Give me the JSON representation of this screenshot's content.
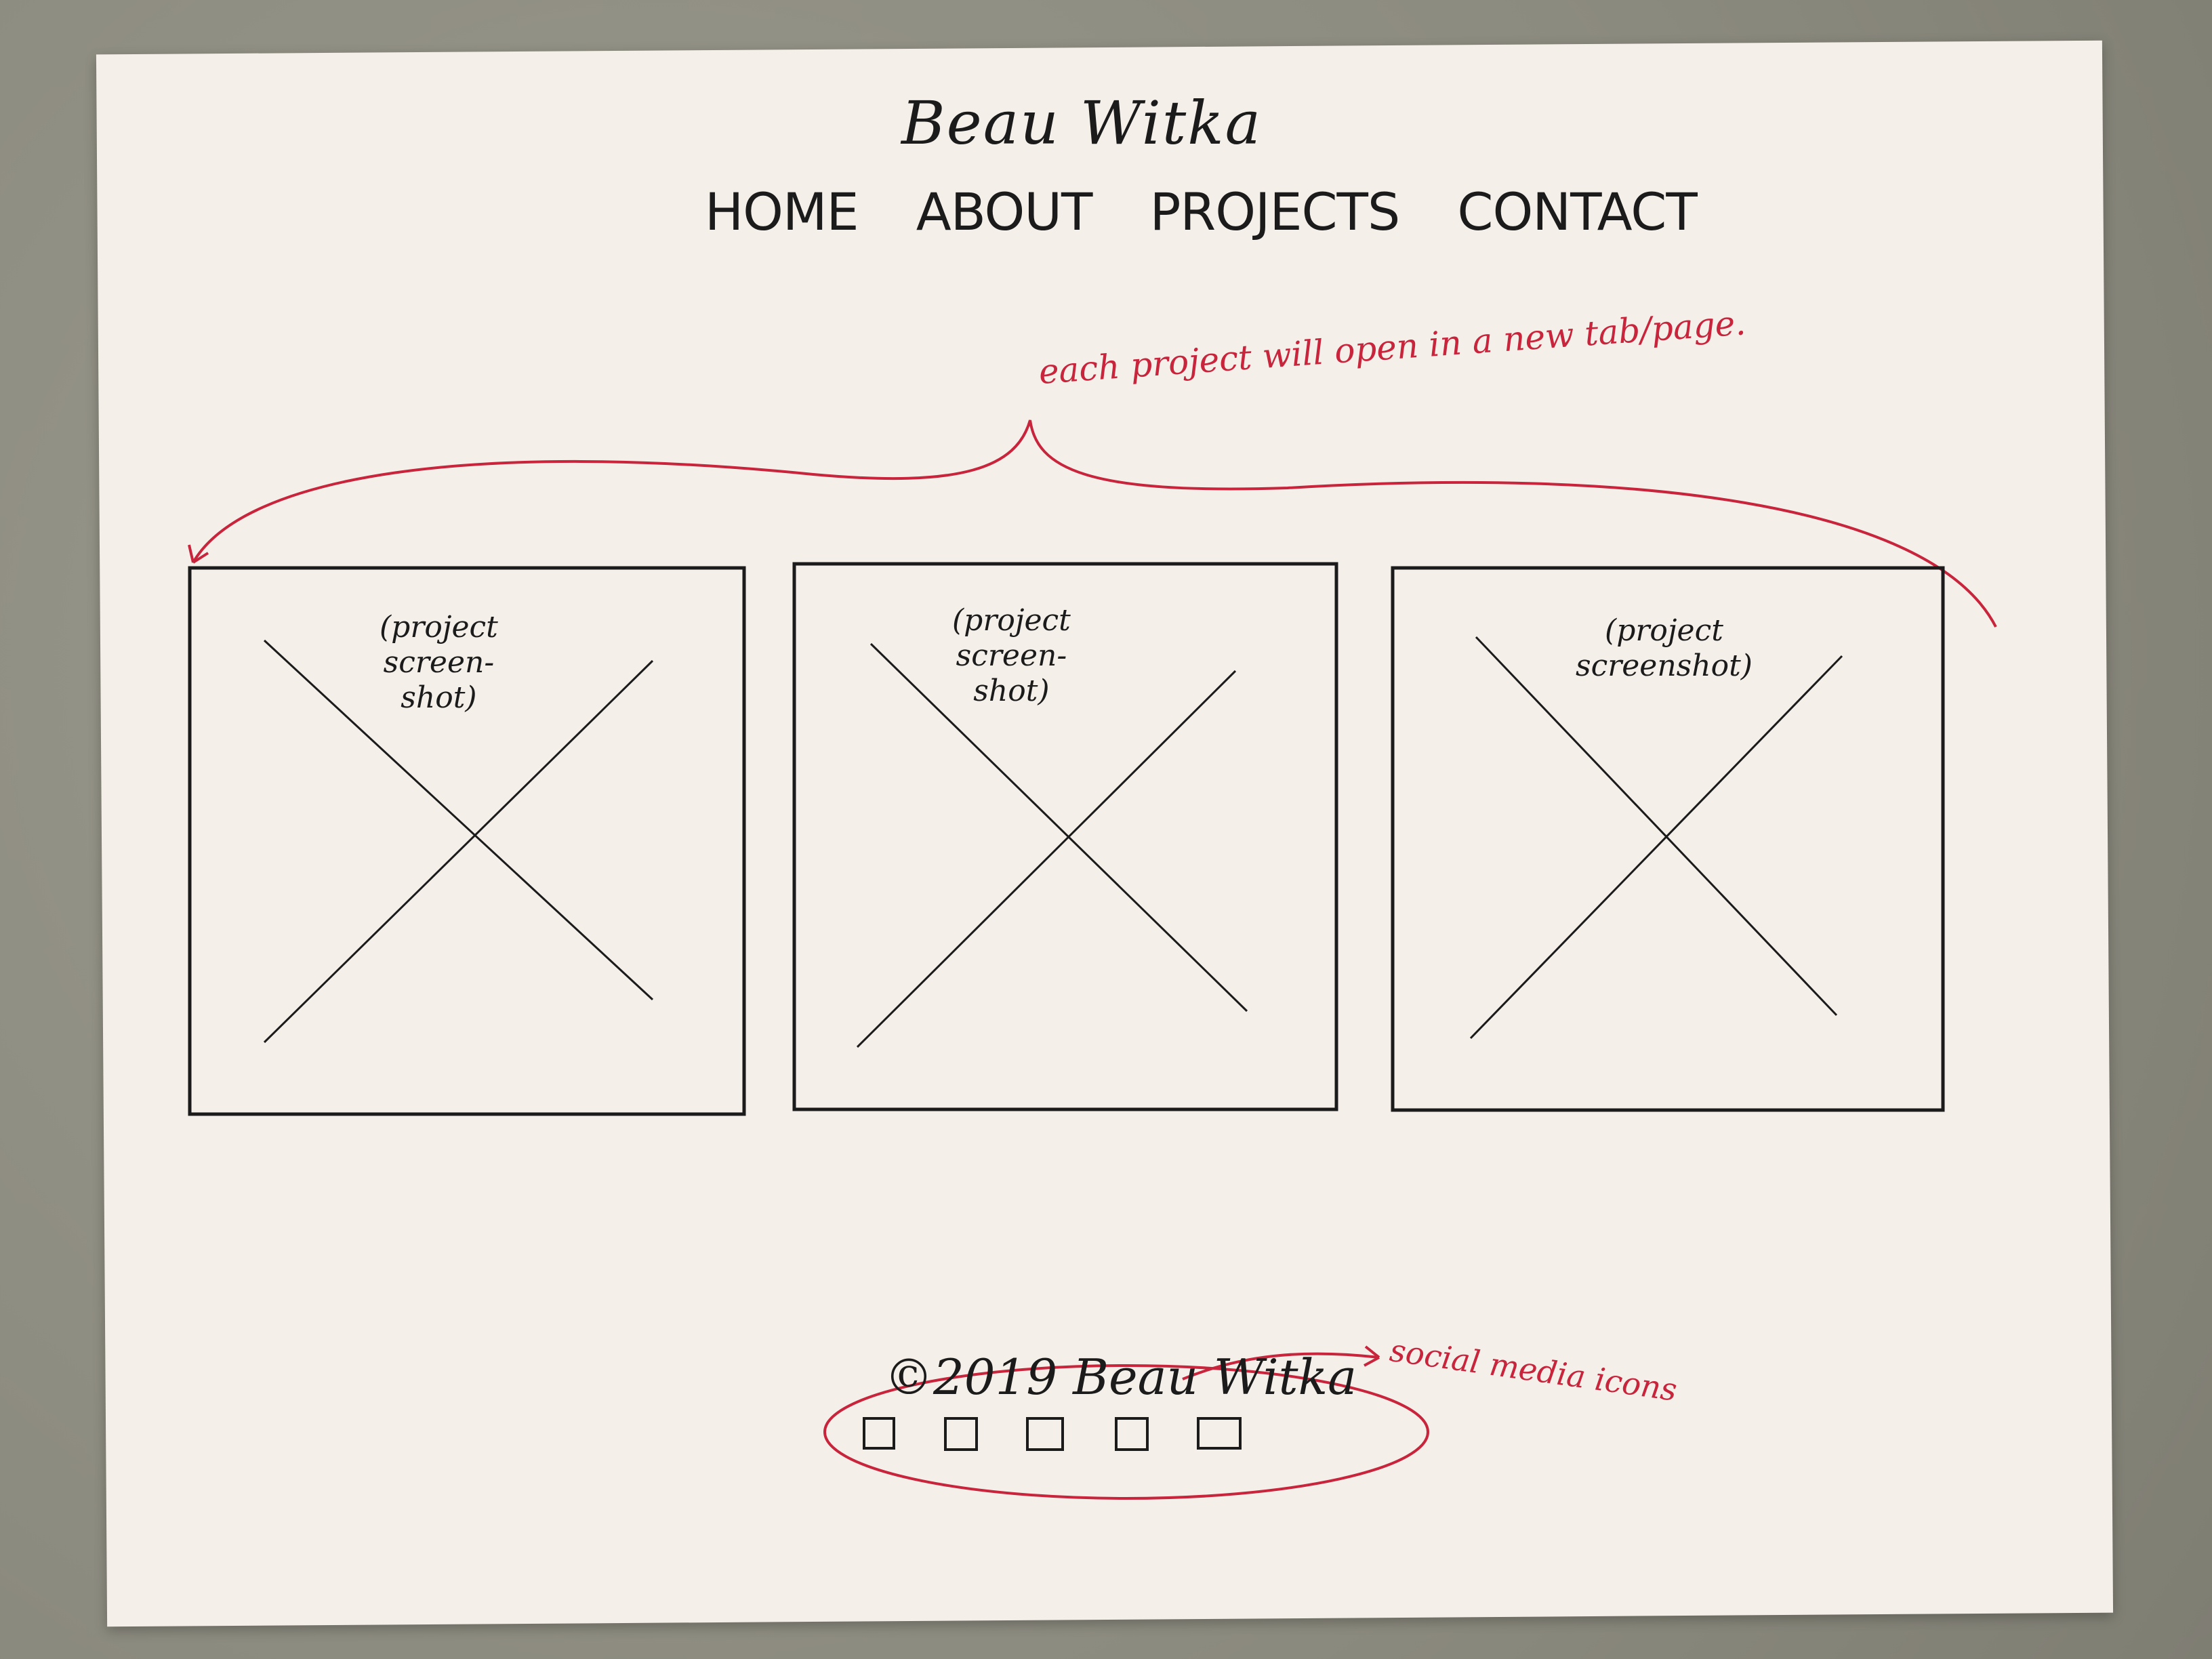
{
  "header": {
    "site_title": "Beau Witka",
    "nav": [
      "HOME",
      "ABOUT",
      "PROJECTS",
      "CONTACT"
    ]
  },
  "annotations": {
    "projects_note": "each project will open in a new tab/page.",
    "social_note": "social media icons"
  },
  "projects": [
    {
      "caption": "(project\nscreen-\nshot)"
    },
    {
      "caption": "(project\nscreen-\nshot)"
    },
    {
      "caption": "(project\nscreenshot)"
    }
  ],
  "social_icons": [
    "social-icon",
    "social-icon",
    "social-icon",
    "social-icon",
    "social-icon"
  ],
  "footer": {
    "copyright": "©2019 Beau Witka"
  },
  "colors": {
    "ink": "#1b1b1b",
    "red_pen": "#c8243c",
    "paper": "#f4efe9",
    "background": "#8f8e82"
  }
}
